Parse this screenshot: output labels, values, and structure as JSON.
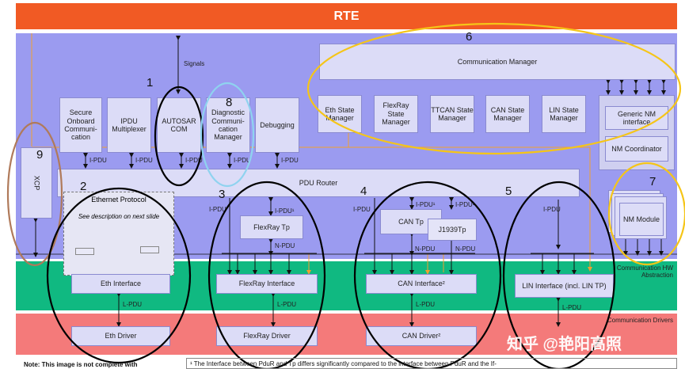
{
  "rte": "RTE",
  "signals": "Signals",
  "modules": {
    "secure_onboard": "Secure Onboard Communi-cation",
    "ipdu_mux": "IPDU Multiplexer",
    "autosar_com": "AUTOSAR COM",
    "diag_com_mgr": "Diagnostic Communi-cation Manager",
    "debugging": "Debugging",
    "comm_manager": "Communication Manager",
    "eth_sm": "Eth State Manager",
    "flexray_sm": "FlexRay State Manager",
    "ttcan_sm": "TTCAN State Manager",
    "can_sm": "CAN State Manager",
    "lin_sm": "LIN State Manager",
    "generic_nm": "Generic NM interface",
    "nm_coordinator": "NM Coordinator",
    "xcp": "XCP",
    "pdu_router": "PDU Router",
    "ethernet_protocol": "Ethernet Protocol",
    "see_desc": "See description on next slide",
    "flexray_tp": "FlexRay Tp",
    "can_tp": "CAN Tp",
    "j1939tp": "J1939Tp",
    "nm_module": "NM Module",
    "eth_if": "Eth Interface",
    "flexray_if": "FlexRay Interface",
    "can_if": "CAN Interface²",
    "lin_if": "LIN Interface (incl. LIN TP)",
    "eth_drv": "Eth Driver",
    "flexray_drv": "FlexRay Driver",
    "can_drv": "CAN Driver²"
  },
  "labels": {
    "ipdu": "I-PDU",
    "ipdu1": "I-PDU¹",
    "npdu": "N-PDU",
    "lpdu": "L-PDU"
  },
  "bands": {
    "hw_abstraction": "Communication HW Abstraction",
    "drivers": "Communication Drivers"
  },
  "numbers": [
    "1",
    "2",
    "3",
    "4",
    "5",
    "6",
    "7",
    "8",
    "9"
  ],
  "notes": {
    "left": "Note: This image is not complete with",
    "right": "¹ The Interface between PduR and Tp differs significantly compared to the interface between PduR and the If-"
  },
  "watermark": "知乎 @艳阳高照",
  "colors": {
    "rte": "#f15a24",
    "services": "#9b9bf0",
    "hw_abstraction": "#10b981",
    "drivers": "#f47a7a",
    "ellipse_black": "#000000",
    "ellipse_yellow": "#f5c518",
    "ellipse_lightblue": "#8fd3ef",
    "ellipse_brown": "#b07a5a"
  }
}
